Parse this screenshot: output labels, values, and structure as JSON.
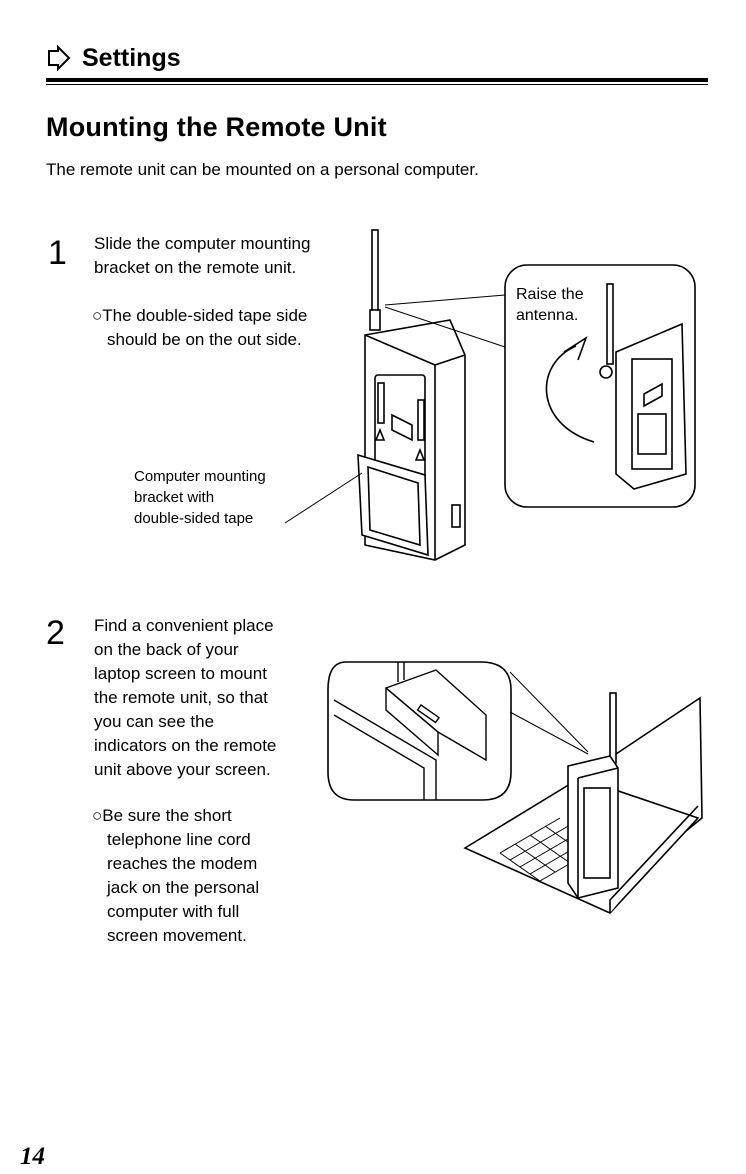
{
  "header": {
    "section": "Settings",
    "arrow_icon": "hollow-right-arrow-icon"
  },
  "title": "Mounting the Remote Unit",
  "intro": "The remote unit can be mounted on a personal computer.",
  "steps": [
    {
      "number": "1",
      "lines": [
        "Slide the computer mounting",
        "bracket on the remote unit."
      ],
      "note_lines": [
        "○The double-sided tape side",
        "should be on the out side."
      ],
      "callout_lines": [
        "Computer mounting",
        "bracket with",
        "double-sided tape"
      ],
      "inset_lines": [
        "Raise the",
        "antenna."
      ]
    },
    {
      "number": "2",
      "lines": [
        "Find a convenient place",
        "on the back of your",
        "laptop screen to mount",
        "the remote unit, so that",
        "you can see the",
        "indicators on the remote",
        "unit above your screen."
      ],
      "note_lines": [
        "○Be sure the short",
        "telephone line cord",
        "reaches the modem",
        "jack on the personal",
        "computer with full",
        "screen movement."
      ]
    }
  ],
  "page_number": "14"
}
